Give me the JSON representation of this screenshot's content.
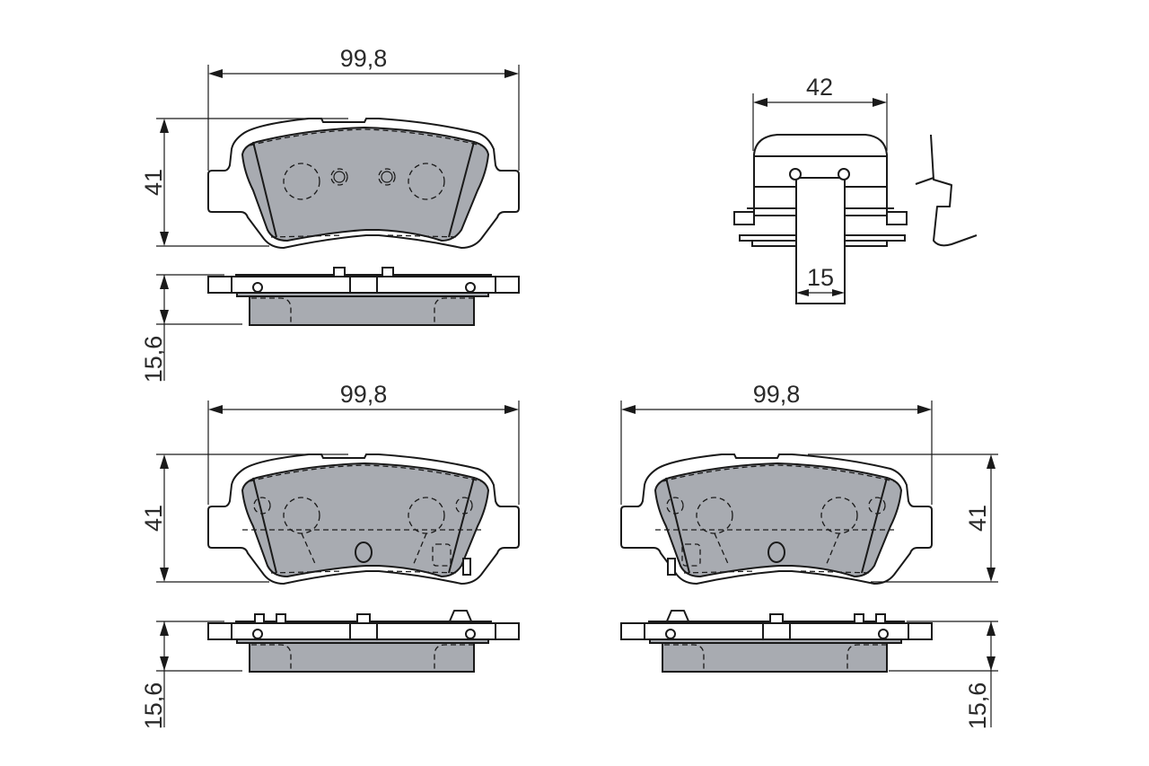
{
  "drawing": {
    "subject": "Rear brake pad set technical drawing",
    "fill_color": "#a8abb1",
    "line_color": "#1a1a1a",
    "views": [
      {
        "name": "pad-1-front",
        "width_label": "99,8",
        "height_label": "41"
      },
      {
        "name": "pad-1-side",
        "thickness_label": "15,6"
      },
      {
        "name": "pad-2-front",
        "width_label": "99,8",
        "height_label": "41"
      },
      {
        "name": "pad-2-side",
        "thickness_label": "15,6"
      },
      {
        "name": "pad-3-front",
        "width_label": "99,8",
        "height_label": "41"
      },
      {
        "name": "pad-3-side",
        "thickness_label": "15,6"
      },
      {
        "name": "clip-accessory",
        "width_label": "42",
        "inner_width_label": "15"
      }
    ]
  }
}
